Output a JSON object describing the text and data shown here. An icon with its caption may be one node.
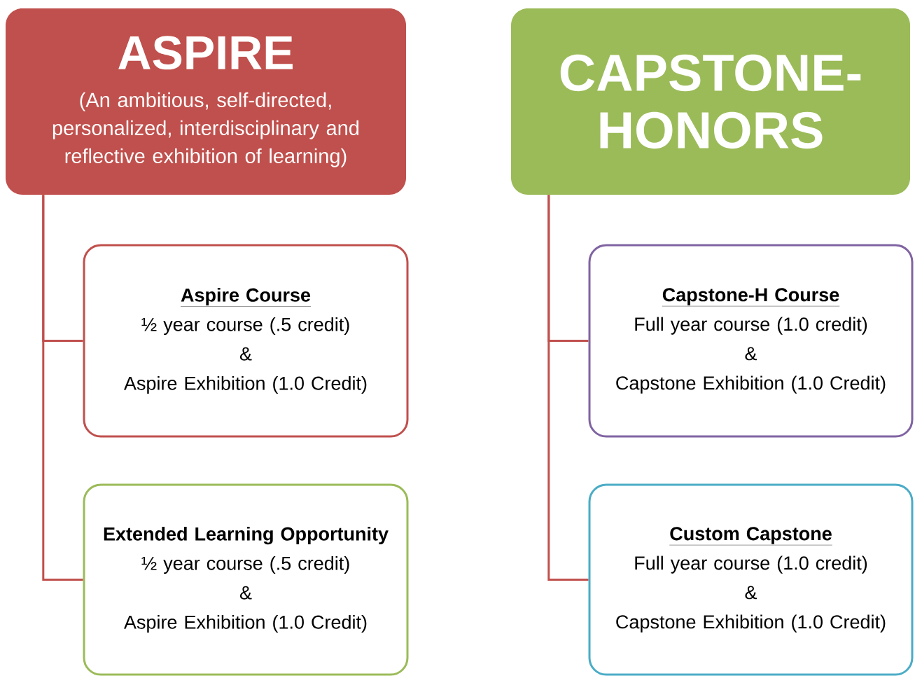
{
  "diagram": {
    "nodes": [
      {
        "text": [
          "ASPIRE",
          "(An ambitious, self-directed, personalized, interdisciplinary and reflective exhibition of learning)"
        ]
      },
      {
        "text": [
          "Aspire Course",
          "½ year course (.5 credit)",
          "&",
          "Aspire Exhibition (1.0 Credit)"
        ]
      },
      {
        "text": [
          "Extended Learning Opportunity",
          "½ year course (.5 credit)",
          "&",
          "Aspire Exhibition (1.0 Credit)"
        ]
      },
      {
        "text": [
          "CAPSTONE-HONORS"
        ]
      },
      {
        "text": [
          "Capstone-H Course",
          "Full  year course (1.0 credit)",
          "&",
          "Capstone Exhibition (1.0 Credit)"
        ]
      },
      {
        "text": [
          "Custom Capstone",
          "Full  year course (1.0 credit)",
          "&",
          "Capstone Exhibition (1.0 Credit)"
        ]
      }
    ],
    "edges": [
      {
        "from": 0,
        "to": 1,
        "arrow": "none"
      },
      {
        "from": 0,
        "to": 2,
        "arrow": "none"
      },
      {
        "from": 3,
        "to": 4,
        "arrow": "none"
      },
      {
        "from": 3,
        "to": 5,
        "arrow": "none"
      }
    ]
  }
}
